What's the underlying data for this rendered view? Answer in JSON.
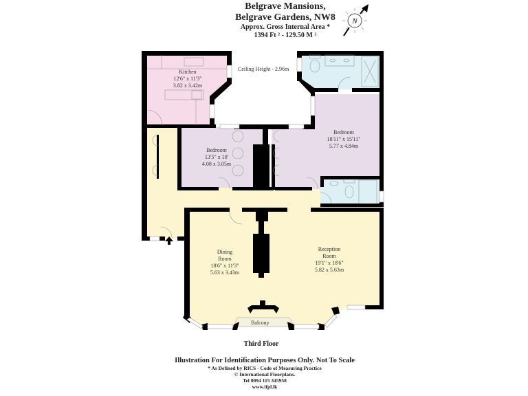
{
  "header": {
    "title_line1": "Belgrave Mansions,",
    "title_line2": "Belgrave Gardens, NW8",
    "area_label": "Approx. Gross Internal Area *",
    "area_value": "1394 Ft ² - 129.50 M ²"
  },
  "compass": {
    "icon": "north-arrow-icon",
    "letter": "N"
  },
  "ceiling_height": "Ceiling Height - 2.96m",
  "rooms": [
    {
      "name": "Kitchen",
      "imperial": "12'6\" x 11'3\"",
      "metric": "3.82 x 3.42m",
      "color": "#f7dbe8"
    },
    {
      "name": "Bedroom",
      "imperial": "13'5\" x 10'",
      "metric": "4.08 x 3.05m",
      "color": "#e8dcea"
    },
    {
      "name": "Bedroom",
      "imperial": "18'11\" x 15'11\"",
      "metric": "5.77 x 4.84m",
      "color": "#e8dcea"
    },
    {
      "name_line1": "Dining",
      "name_line2": "Room",
      "imperial": "18'6\" x 11'3\"",
      "metric": "5.63 x 3.43m",
      "color": "#fcf5d0"
    },
    {
      "name_line1": "Reception",
      "name_line2": "Room",
      "imperial": "19'1\" x 18'6\"",
      "metric": "5.82 x 5.63m",
      "color": "#fcf5d0"
    }
  ],
  "balcony": "Balcony",
  "floor_label": "Third Floor",
  "footer": {
    "disclaimer": "Illustration For Identification Purposes Only. Not To Scale",
    "rics": "* As Defined by RICS - Code of Measuring Practice",
    "copyright": "© International Floorplans.",
    "tel": "Tel 0094 115 345958",
    "web": "www.ifpl.lk"
  },
  "colors": {
    "wall": "#000000",
    "kitchen": "#f7dbe8",
    "bedroom": "#e8dcea",
    "bathroom": "#dcf0f6",
    "hall_living": "#fcf5d0",
    "balcony": "#f4f2dc"
  }
}
